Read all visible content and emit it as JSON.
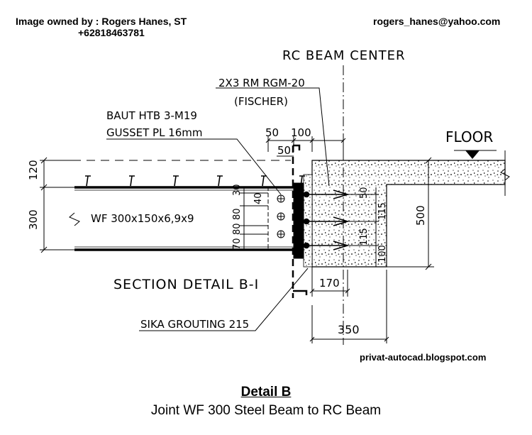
{
  "header": {
    "owner": "Image owned by : Rogers Hanes, ST",
    "phone": "+62818463781",
    "email": "rogers_hanes@yahoo.com"
  },
  "drawing": {
    "rc_beam_center": "RC BEAM CENTER",
    "anchor_line1": "2X3 RM RGM-20",
    "anchor_line2": "(FISCHER)",
    "bolt_label": "BAUT HTB 3-M19",
    "gusset_label": "GUSSET PL 16mm",
    "floor_label": "FLOOR",
    "beam_label": "WF 300x150x6,9x9",
    "section_label": "SECTION DETAIL B-I",
    "grout_label": "SIKA GROUTING 215",
    "dims": {
      "d50": "50",
      "d100": "100",
      "d50b": "50",
      "d120": "120",
      "d300": "300",
      "d500": "500",
      "d170": "170",
      "d350": "350",
      "d30": "30",
      "d40": "40",
      "d80a": "80",
      "d80b": "80",
      "d70": "70",
      "d50v": "50",
      "d115a": "115",
      "d115b": "115",
      "d100v": "100"
    }
  },
  "footer": {
    "blog": "privat-autocad.blogspot.com",
    "title": "Detail B",
    "subtitle": "Joint WF 300 Steel Beam to RC Beam"
  }
}
